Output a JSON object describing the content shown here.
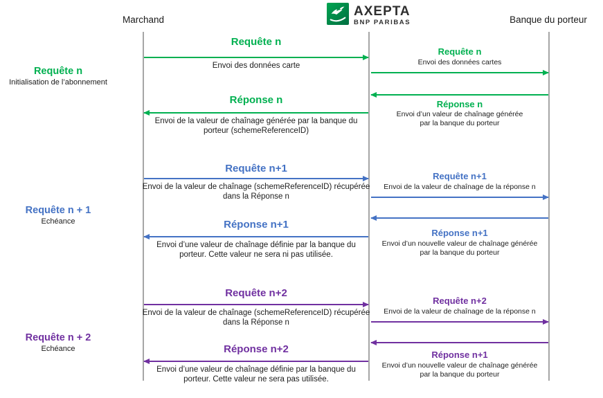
{
  "header": {
    "left_actor": "Marchand",
    "right_actor": "Banque du porteur",
    "logo_brand": "AXEPTA",
    "logo_sub": "BNP PARIBAS",
    "logo_icon": "bnp-paribas-birds-icon"
  },
  "colors": {
    "green": "#00B050",
    "blue": "#4472C4",
    "purple": "#7030A0",
    "lifeline_gray": "#A6A6A6"
  },
  "phases": [
    {
      "title": "Requête n",
      "subtitle": "Initialisation de l’abonnement"
    },
    {
      "title": "Requête n + 1",
      "subtitle": "Echéance"
    },
    {
      "title": "Requête n + 2",
      "subtitle": "Echéance"
    }
  ],
  "merchant_messages": [
    {
      "title": "Requête n",
      "desc": "Envoi des données carte"
    },
    {
      "title": "Réponse n",
      "desc": "Envoi de la valeur de chaînage générée par la banque du\nporteur (schemeReferenceID)"
    },
    {
      "title": "Requête n+1",
      "desc": "Envoi de la valeur de chaînage (schemeReferenceID) récupérée\ndans la Réponse n"
    },
    {
      "title": "Réponse n+1",
      "desc": "Envoi d’une valeur de chaînage définie par la banque du\nporteur. Cette valeur ne sera ni pas utilisée."
    },
    {
      "title": "Requête n+2",
      "desc": "Envoi de la valeur de chaînage (schemeReferenceID) récupérée\ndans la Réponse n"
    },
    {
      "title": "Réponse n+2",
      "desc": "Envoi d’une valeur de chaînage définie par la banque du\nporteur. Cette valeur ne sera pas utilisée."
    }
  ],
  "bank_messages": [
    {
      "title": "Requête n",
      "desc": "Envoi des données cartes"
    },
    {
      "title": "Réponse n",
      "desc": "Envoi d’un valeur de chaînage générée\npar la banque du porteur"
    },
    {
      "title": "Requête n+1",
      "desc": "Envoi de la valeur de chaînage de la réponse n"
    },
    {
      "title": "Réponse n+1",
      "desc": "Envoi d’un nouvelle valeur de chaînage générée\npar la banque du porteur"
    },
    {
      "title": "Requête n+2",
      "desc": "Envoi de la valeur de chaînage de la réponse n"
    },
    {
      "title": "Réponse n+1",
      "desc": "Envoi d’un nouvelle valeur de chaînage générée\npar la banque du porteur"
    }
  ]
}
